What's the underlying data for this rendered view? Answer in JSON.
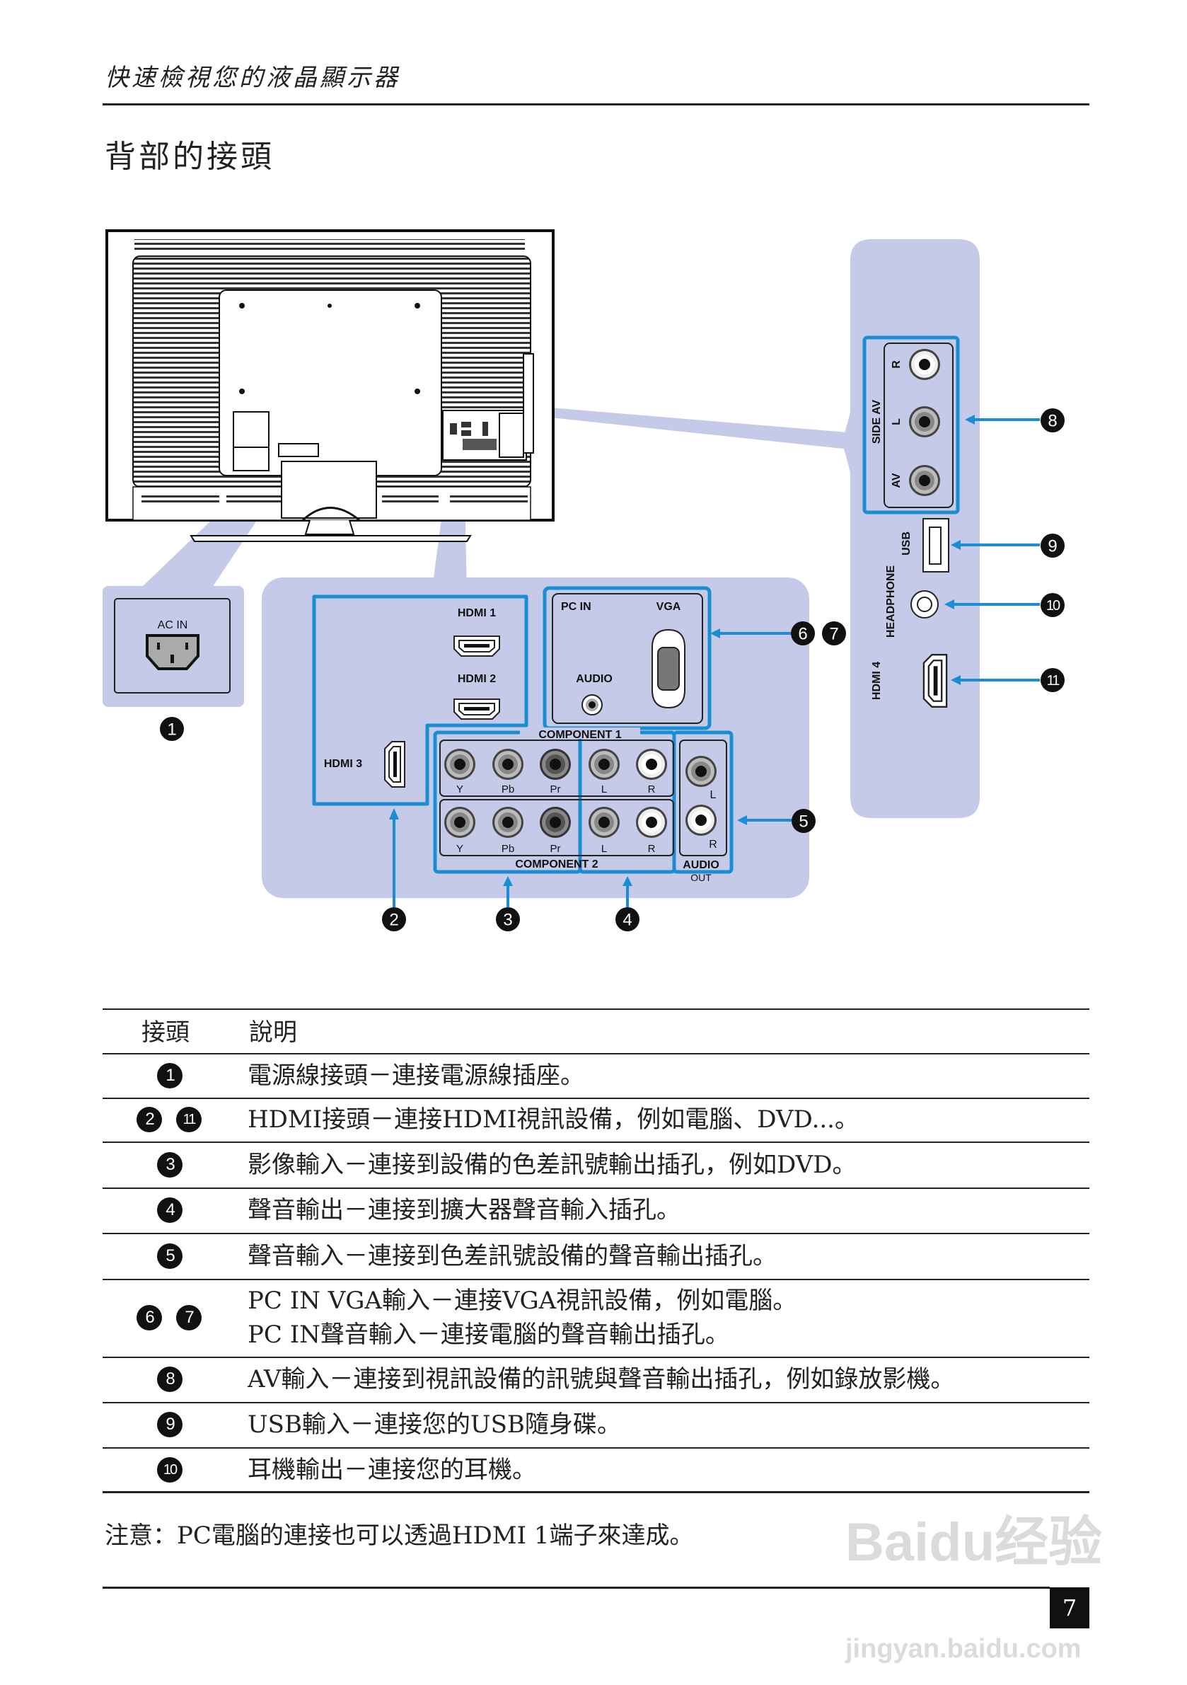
{
  "header": {
    "title": "快速檢視您的液晶顯示器"
  },
  "section": {
    "title": "背部的接頭"
  },
  "diagram": {
    "panel_color": "#c5cae8",
    "highlight_color": "#1b8dd3",
    "ac_in": "AC IN",
    "hdmi1": "HDMI 1",
    "hdmi2": "HDMI 2",
    "hdmi3": "HDMI 3",
    "pc_in": "PC IN",
    "vga": "VGA",
    "audio": "AUDIO",
    "component1": "COMPONENT 1",
    "component2": "COMPONENT 2",
    "jack_labels": [
      "Y",
      "Pb",
      "Pr",
      "L",
      "R"
    ],
    "audio_out": "AUDIO",
    "out": "OUT",
    "ao_l": "L",
    "ao_r": "R",
    "side_av": "SIDE AV",
    "side_r": "R",
    "side_l": "L",
    "side_av_jack": "AV",
    "usb": "USB",
    "headphone": "HEADPHONE",
    "hdmi4": "HDMI 4",
    "callouts": {
      "c1": "1",
      "c2": "2",
      "c3": "3",
      "c4": "4",
      "c5": "5",
      "c6": "6",
      "c7": "7",
      "c8": "8",
      "c9": "9",
      "c10": "10",
      "c11": "11"
    }
  },
  "table": {
    "headers": [
      "接頭",
      "說明"
    ],
    "rows": [
      {
        "badges": [
          "1"
        ],
        "lines": [
          "電源線接頭－連接電源線插座。"
        ]
      },
      {
        "badges": [
          "2",
          "11"
        ],
        "lines": [
          "HDMI接頭－連接HDMI視訊設備，例如電腦、DVD...。"
        ]
      },
      {
        "badges": [
          "3"
        ],
        "lines": [
          "影像輸入－連接到設備的色差訊號輸出插孔，例如DVD。"
        ]
      },
      {
        "badges": [
          "4"
        ],
        "lines": [
          "聲音輸出－連接到擴大器聲音輸入插孔。"
        ]
      },
      {
        "badges": [
          "5"
        ],
        "lines": [
          "聲音輸入－連接到色差訊號設備的聲音輸出插孔。"
        ]
      },
      {
        "badges": [
          "6",
          "7"
        ],
        "lines": [
          "PC IN VGA輸入－連接VGA視訊設備，例如電腦。",
          "PC IN聲音輸入－連接電腦的聲音輸出插孔。"
        ]
      },
      {
        "badges": [
          "8"
        ],
        "lines": [
          "AV輸入－連接到視訊設備的訊號與聲音輸出插孔，例如錄放影機。"
        ]
      },
      {
        "badges": [
          "9"
        ],
        "lines": [
          "USB輸入－連接您的USB隨身碟。"
        ]
      },
      {
        "badges": [
          "10"
        ],
        "lines": [
          "耳機輸出－連接您的耳機。"
        ]
      }
    ]
  },
  "note": "注意：PC電腦的連接也可以透過HDMI 1端子來達成。",
  "page_number": "7",
  "watermark": {
    "brand": "Baidu经验",
    "url": "jingyan.baidu.com"
  }
}
